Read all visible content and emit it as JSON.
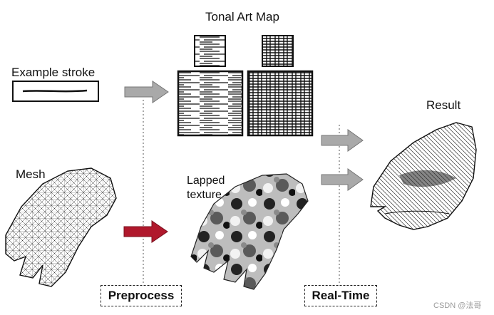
{
  "labels": {
    "tonal_art_map": "Tonal Art Map",
    "example_stroke": "Example stroke",
    "result": "Result",
    "mesh": "Mesh",
    "lapped_texture": "Lapped\ntexture"
  },
  "stages": {
    "preprocess": "Preprocess",
    "real_time": "Real-Time"
  },
  "watermark": "CSDN @法哥",
  "colors": {
    "gray_arrow": "#a9a9a9",
    "red_arrow": "#b0182c",
    "dashed_line": "#555555"
  }
}
